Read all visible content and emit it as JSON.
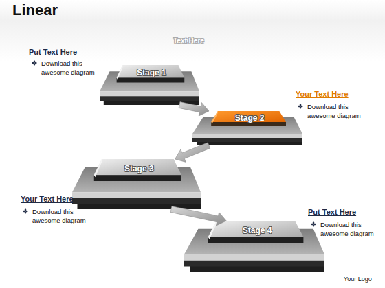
{
  "diagram": {
    "title": "Linear",
    "nodes": [
      {
        "text": [
          "Stage 1"
        ]
      },
      {
        "text": [
          "Stage 2"
        ]
      },
      {
        "text": [
          "Stage 3"
        ]
      },
      {
        "text": [
          "Stage 4"
        ]
      }
    ],
    "edges": [
      {
        "from": 0,
        "to": 1,
        "arrow": "to"
      },
      {
        "from": 1,
        "to": 2,
        "arrow": "to"
      },
      {
        "from": 2,
        "to": 3,
        "arrow": "to"
      }
    ],
    "labels": [
      "Text Here",
      "Put Text Here",
      "Download this awesome diagram",
      "Your Text Here",
      "Download this awesome diagram",
      "Your Text Here",
      "Download this awesome diagram",
      "Put Text Here",
      "Download this awesome diagram",
      "Your Logo"
    ]
  }
}
